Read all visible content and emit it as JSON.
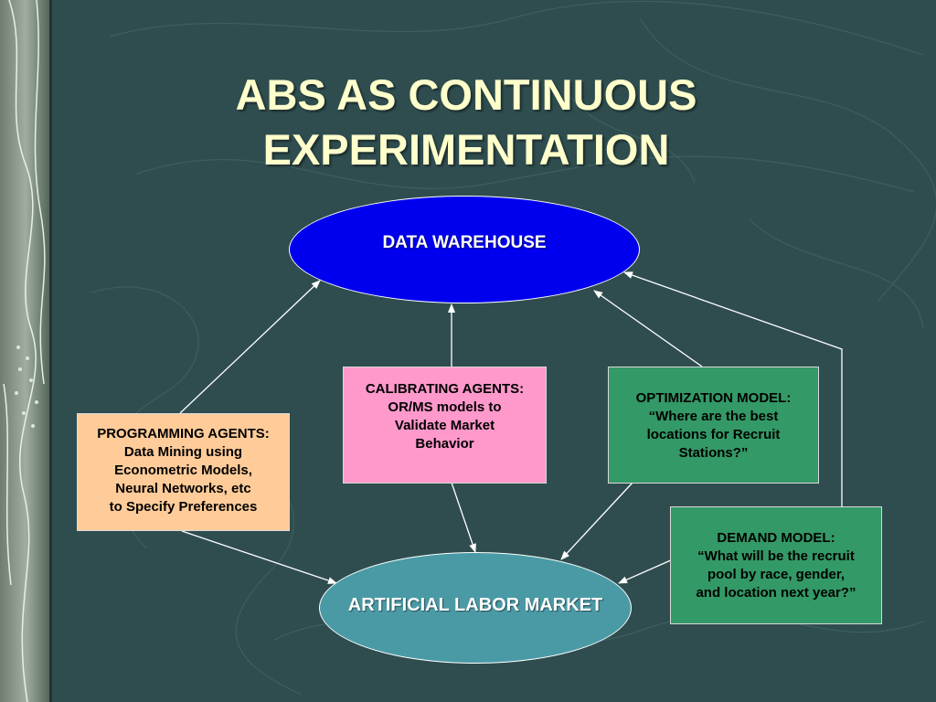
{
  "title_lines": [
    "ABS AS CONTINUOUS",
    "EXPERIMENTATION"
  ],
  "nodes": {
    "data_warehouse": {
      "label": "DATA WAREHOUSE",
      "color": "#0000ee"
    },
    "labor_market": {
      "label": "ARTIFICIAL LABOR MARKET",
      "color": "#4a9aa6"
    },
    "programming_agents": {
      "lines": [
        "PROGRAMMING AGENTS:",
        "Data Mining using",
        "Econometric Models,",
        "Neural Networks, etc",
        "to Specify Preferences"
      ],
      "color": "#ffcc99"
    },
    "calibrating_agents": {
      "lines": [
        "CALIBRATING AGENTS:",
        "OR/MS models to",
        "Validate Market",
        "Behavior"
      ],
      "color": "#ff99cc"
    },
    "optimization_model": {
      "lines": [
        "OPTIMIZATION MODEL:",
        "“Where are the best",
        "locations for Recruit",
        "Stations?”"
      ],
      "color": "#339966"
    },
    "demand_model": {
      "lines": [
        "DEMAND MODEL:",
        "“What will be the recruit",
        "pool by race, gender,",
        "and location next year?”"
      ],
      "color": "#339966"
    }
  },
  "colors": {
    "background": "#2f4d4f",
    "title": "#ffffcc",
    "arrow": "#ffffff"
  }
}
